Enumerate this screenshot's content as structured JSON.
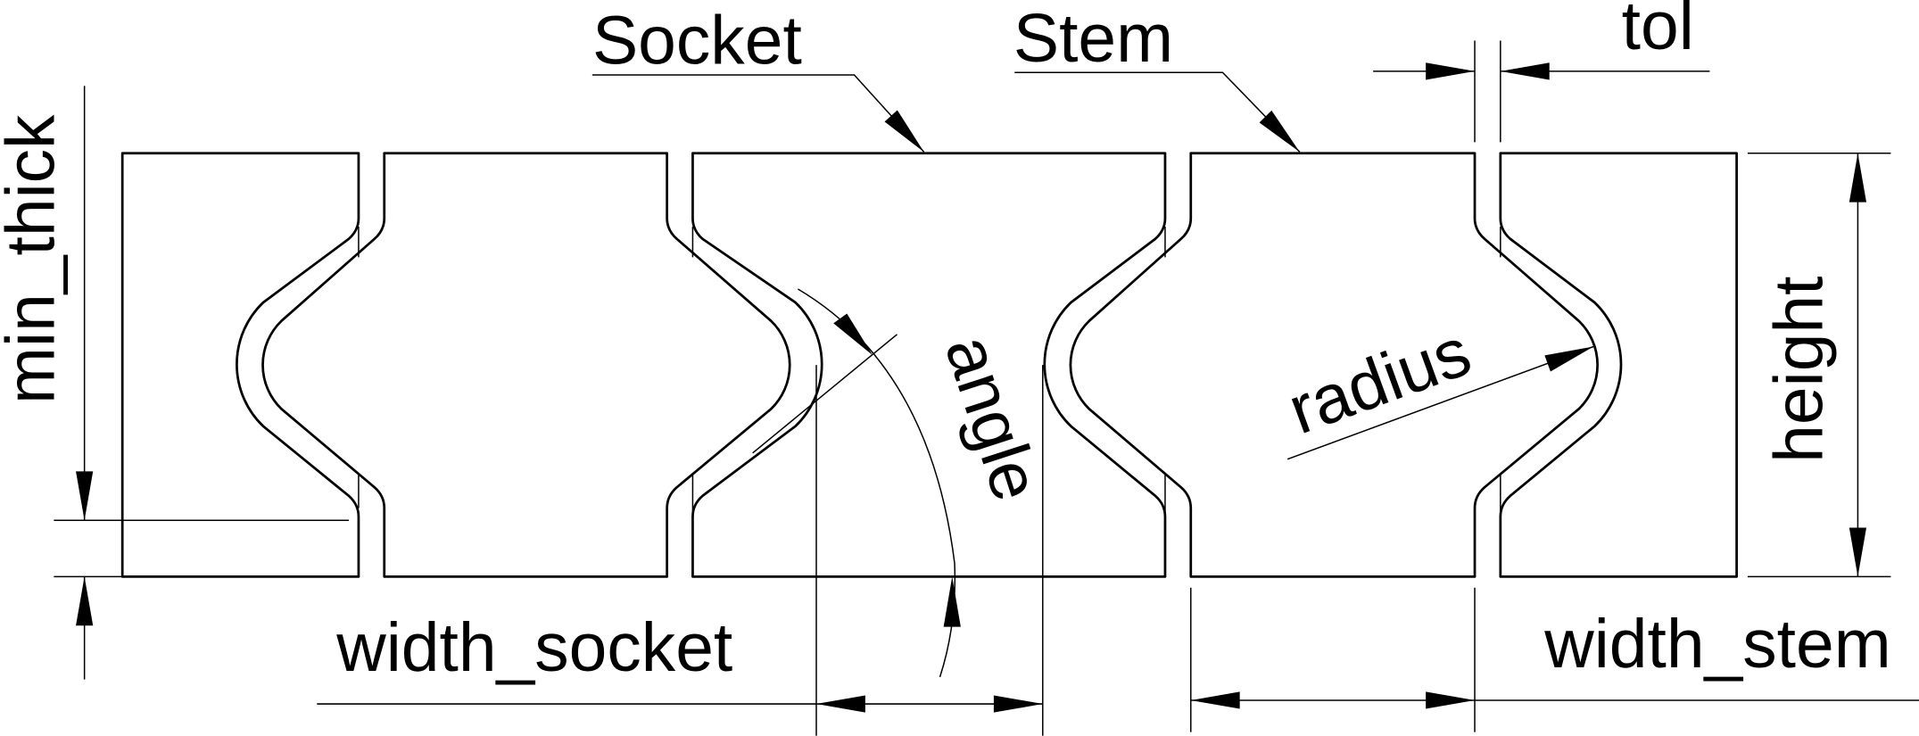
{
  "labels": {
    "socket": "Socket",
    "stem": "Stem",
    "tol": "tol",
    "min_thick": "min_thick",
    "height": "height",
    "radius": "radius",
    "angle": "angle",
    "width_socket": "width_socket",
    "width_stem": "width_stem"
  },
  "colors": {
    "line": "#000000",
    "background": "#ffffff"
  }
}
